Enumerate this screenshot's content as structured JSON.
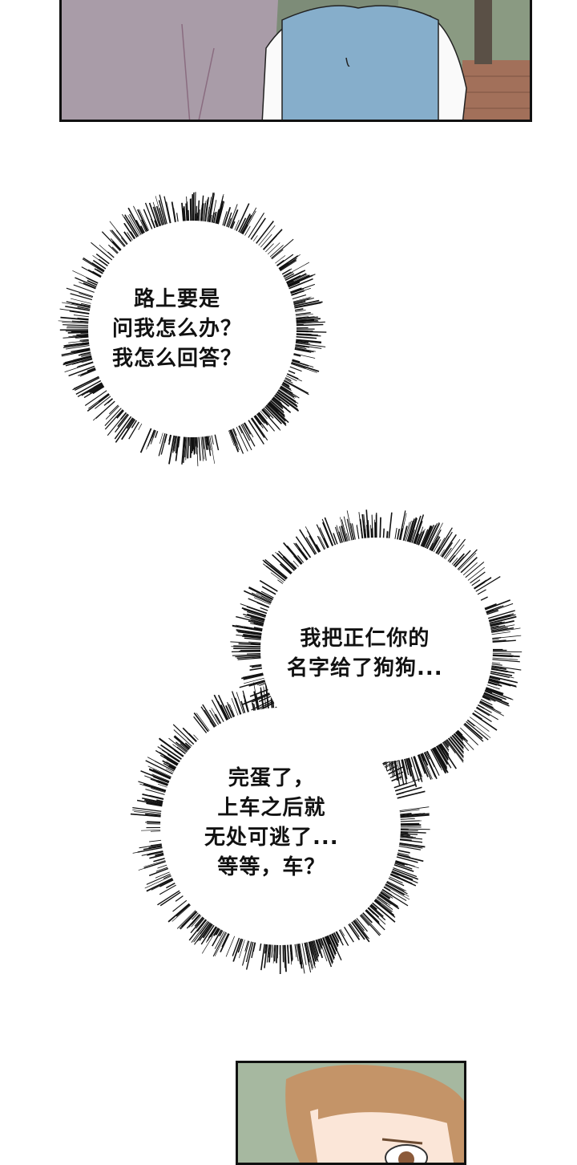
{
  "bubbles": [
    {
      "lines": [
        "路上要是",
        "问我怎么办？",
        "我怎么回答？"
      ]
    },
    {
      "lines": [
        "我把正仁你的",
        "名字给了狗狗..."
      ]
    },
    {
      "lines": [
        "完蛋了，",
        "上车之后就",
        "无处可逃了...",
        "等等，车？"
      ]
    }
  ],
  "colors": {
    "ink": "#111111",
    "vest": "#86aecb",
    "coat": "#a99ca8",
    "brick": "#a2705a",
    "hair": "#c49468"
  }
}
